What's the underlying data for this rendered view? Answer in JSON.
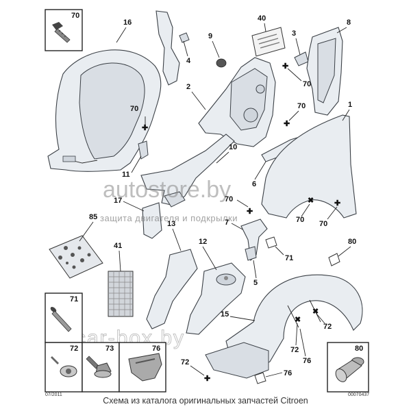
{
  "caption": "Схема из каталога оригинальных запчастей Citroen",
  "watermarks": {
    "site": "autostore.by",
    "slogan": "защита двигателя и подкрылки",
    "site2": "car-box.by"
  },
  "corner_codes": {
    "left": "07/2011",
    "right": "00070437"
  },
  "labels": {
    "p1": "1",
    "p2": "2",
    "p3": "3",
    "p4": "4",
    "p5": "5",
    "p6": "6",
    "p7": "7",
    "p8": "8",
    "p9": "9",
    "p10": "10",
    "p11": "11",
    "p12": "12",
    "p13": "13",
    "p15": "15",
    "p16": "16",
    "p17": "17",
    "p40": "40",
    "p41": "41",
    "p85": "85",
    "p70a": "70",
    "p70b": "70",
    "p70c": "70",
    "p70d": "70",
    "p70e": "70",
    "p70f": "70",
    "p72a": "72",
    "p72b": "72",
    "p72c": "72",
    "p71a": "71",
    "p76a": "76",
    "p76b": "76",
    "p80a": "80"
  },
  "boxes": {
    "b70": "70",
    "b71": "71",
    "b72": "72",
    "b73": "73",
    "b76": "76",
    "b80": "80"
  },
  "colors": {
    "part_fill": "#e9edf1",
    "outline": "#3a3f45",
    "background": "#ffffff"
  }
}
